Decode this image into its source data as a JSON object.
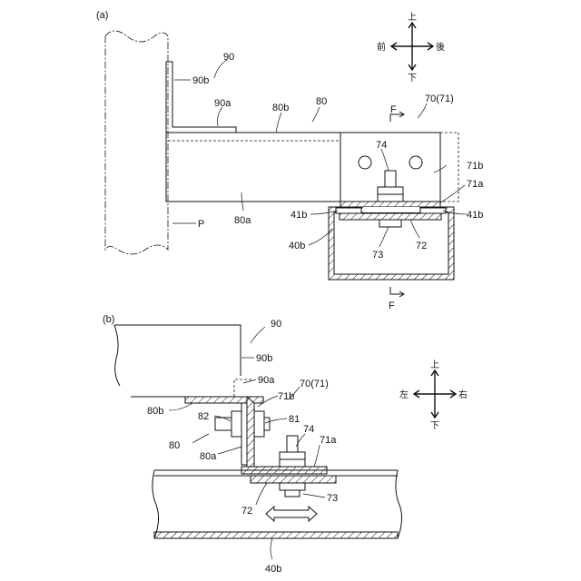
{
  "figure_a": {
    "label": "(a)",
    "directions": {
      "up": "上",
      "down": "下",
      "front": "前",
      "back": "後"
    },
    "refs": {
      "r90": "90",
      "r90b": "90b",
      "r90a": "90a",
      "r80b": "80b",
      "r80": "80",
      "r70": "70(71)",
      "rF_top": "F",
      "r74": "74",
      "r71b": "71b",
      "r71a": "71a",
      "r41b_left": "41b",
      "r41b_right": "41b",
      "r80a": "80a",
      "rP": "P",
      "r40b": "40b",
      "r73": "73",
      "r72": "72",
      "rF_bottom": "F"
    }
  },
  "figure_b": {
    "label": "(b)",
    "directions": {
      "up": "上",
      "down": "下",
      "left": "左",
      "right": "右"
    },
    "refs": {
      "r90": "90",
      "r90b": "90b",
      "r90a": "90a",
      "r70": "70(71)",
      "r71b": "71b",
      "r80b": "80b",
      "r82": "82",
      "r81": "81",
      "r74": "74",
      "r71a": "71a",
      "r80": "80",
      "r80a": "80a",
      "r72": "72",
      "r73": "73",
      "r40b": "40b"
    }
  }
}
